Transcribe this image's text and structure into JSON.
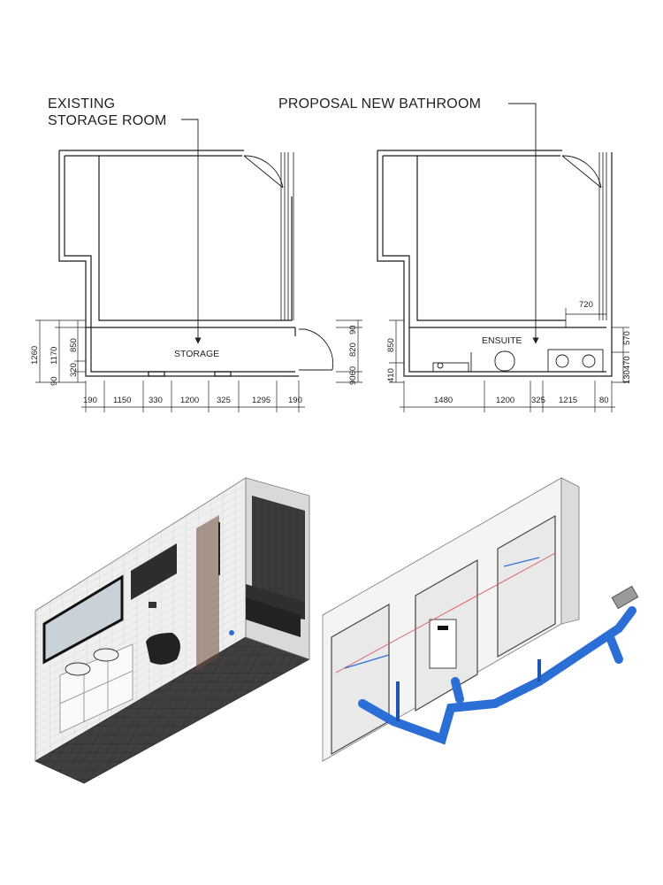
{
  "left_plan": {
    "title_line1": "EXISTING",
    "title_line2": "STORAGE ROOM",
    "room_label": "STORAGE",
    "bottom_dims": [
      "190",
      "1150",
      "330",
      "1200",
      "325",
      "1295",
      "190"
    ],
    "left_dims": [
      "1260",
      "1170",
      "850",
      "320",
      "90"
    ],
    "right_dims": [
      "90",
      "820",
      "9060"
    ]
  },
  "right_plan": {
    "title": "PROPOSAL NEW BATHROOM",
    "room_label": "ENSUITE",
    "bottom_dims": [
      "1480",
      "1200",
      "325",
      "1215",
      "80"
    ],
    "left_dims": [
      "850",
      "410"
    ],
    "right_dims": [
      "570",
      "130470"
    ],
    "top_dim": "720"
  },
  "colors": {
    "line": "#1a1a1a",
    "pipe": "#2b6fd6",
    "tile_dark": "#4a4a4a",
    "tile_light": "#e6e6e6"
  },
  "icons": [
    "arrow-leader-icon",
    "door-swing-icon",
    "sink-icon",
    "toilet-icon",
    "pipe-network-icon"
  ]
}
